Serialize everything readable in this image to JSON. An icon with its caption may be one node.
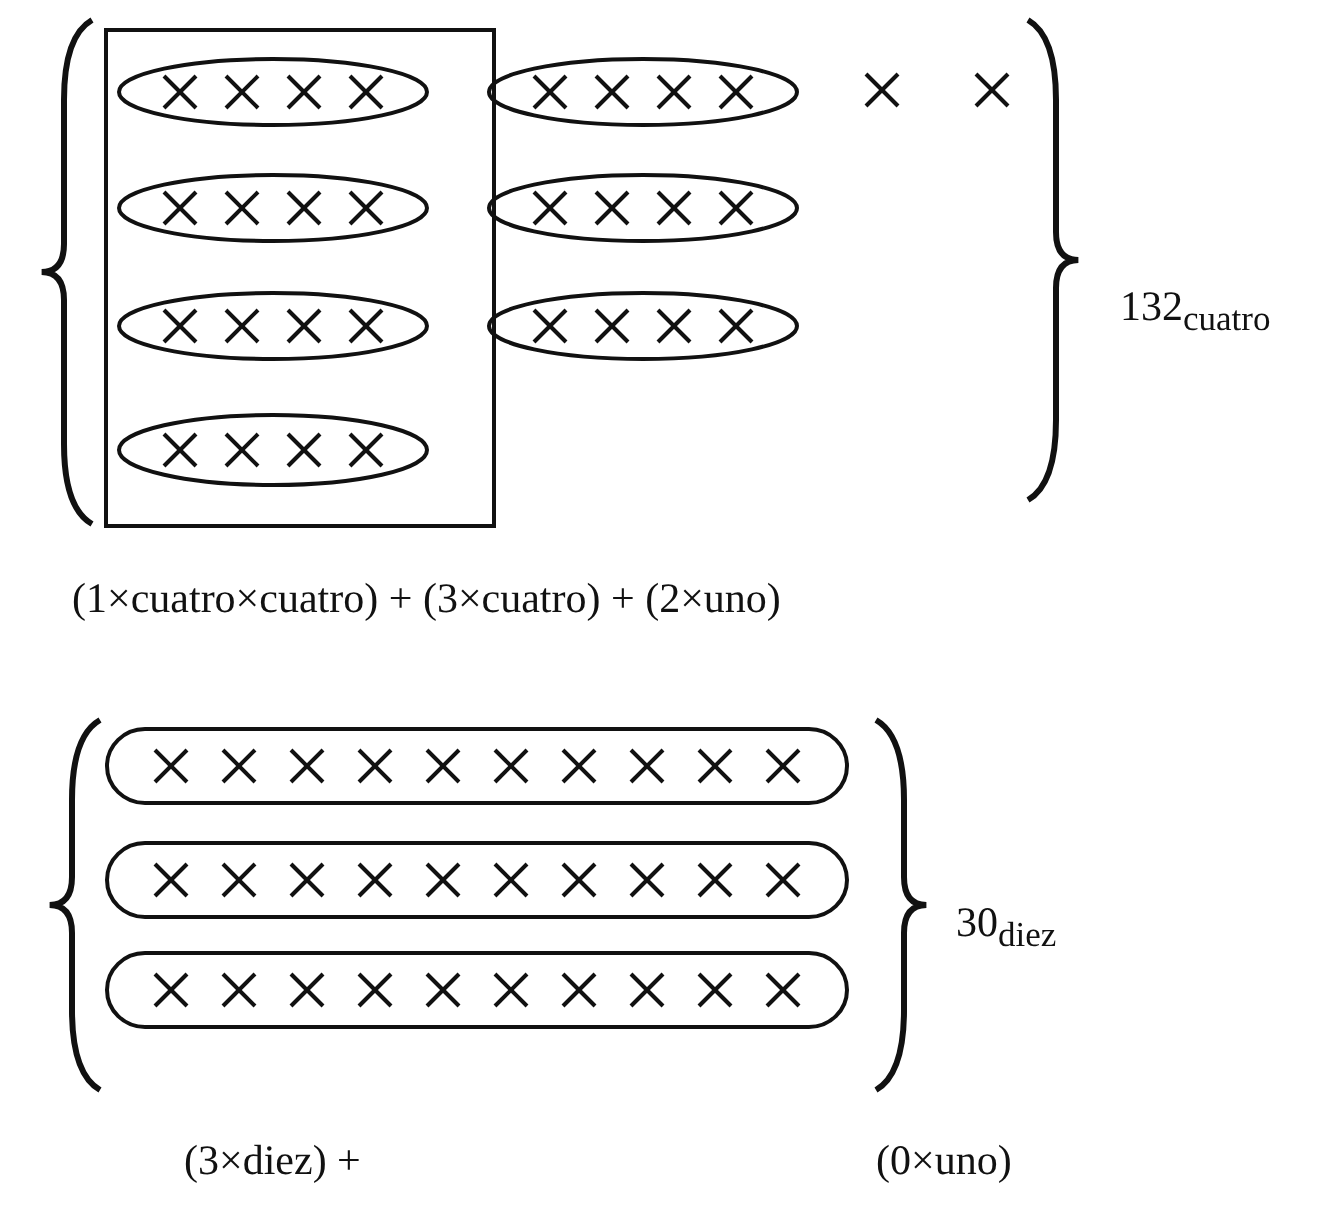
{
  "diagram": {
    "nodes": [
      {
        "text": [],
        "shape": "box"
      },
      {
        "text": [],
        "shape": "ellipse",
        "in": 0
      },
      {
        "text": [],
        "shape": "ellipse",
        "in": 0
      },
      {
        "text": [],
        "shape": "ellipse",
        "in": 0
      },
      {
        "text": [],
        "shape": "ellipse",
        "in": 0
      },
      {
        "text": [],
        "shape": "ellipse"
      },
      {
        "text": [],
        "shape": "ellipse"
      },
      {
        "text": [],
        "shape": "ellipse"
      },
      {
        "text": [],
        "shape": "ellipse"
      },
      {
        "text": [],
        "shape": "ellipse"
      },
      {
        "text": [],
        "shape": "ellipse"
      }
    ],
    "labels": [
      "132$_{cuatro}$",
      "(1×cuatro×cuatro) + (3×cuatro) + (2×uno)",
      "30$_{diez}$",
      "(3×diez) +",
      "(0×uno)"
    ]
  }
}
